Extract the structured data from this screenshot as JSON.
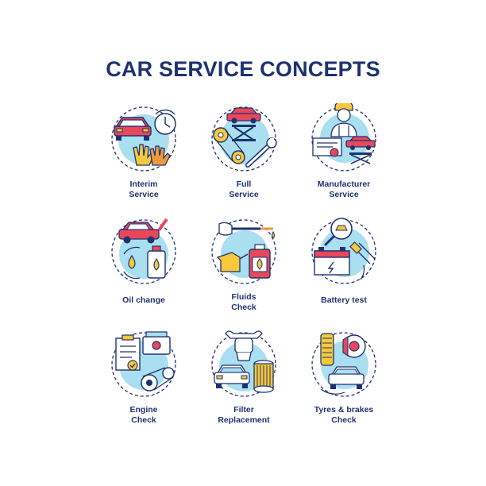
{
  "title": "CAR SERVICE CONCEPTS",
  "colors": {
    "navy": "#1e3270",
    "light_blue": "#a9dff0",
    "red": "#e8485a",
    "yellow": "#f6c93c",
    "orange": "#f09a3e"
  },
  "concepts": [
    {
      "label": "Interim\nService",
      "icon": "car-stopwatch-gloves-icon"
    },
    {
      "label": "Full\nService",
      "icon": "car-lift-wrench-icon"
    },
    {
      "label": "Manufacturer\nService",
      "icon": "mechanic-certificate-icon"
    },
    {
      "label": "Oil change",
      "icon": "oil-change-icon"
    },
    {
      "label": "Fluids\nCheck",
      "icon": "fluids-check-icon"
    },
    {
      "label": "Battery test",
      "icon": "battery-test-icon"
    },
    {
      "label": "Engine\nCheck",
      "icon": "engine-check-icon"
    },
    {
      "label": "Filter\nReplacement",
      "icon": "filter-replacement-icon"
    },
    {
      "label": "Tyres & brakes\nCheck",
      "icon": "tyres-brakes-icon"
    }
  ]
}
